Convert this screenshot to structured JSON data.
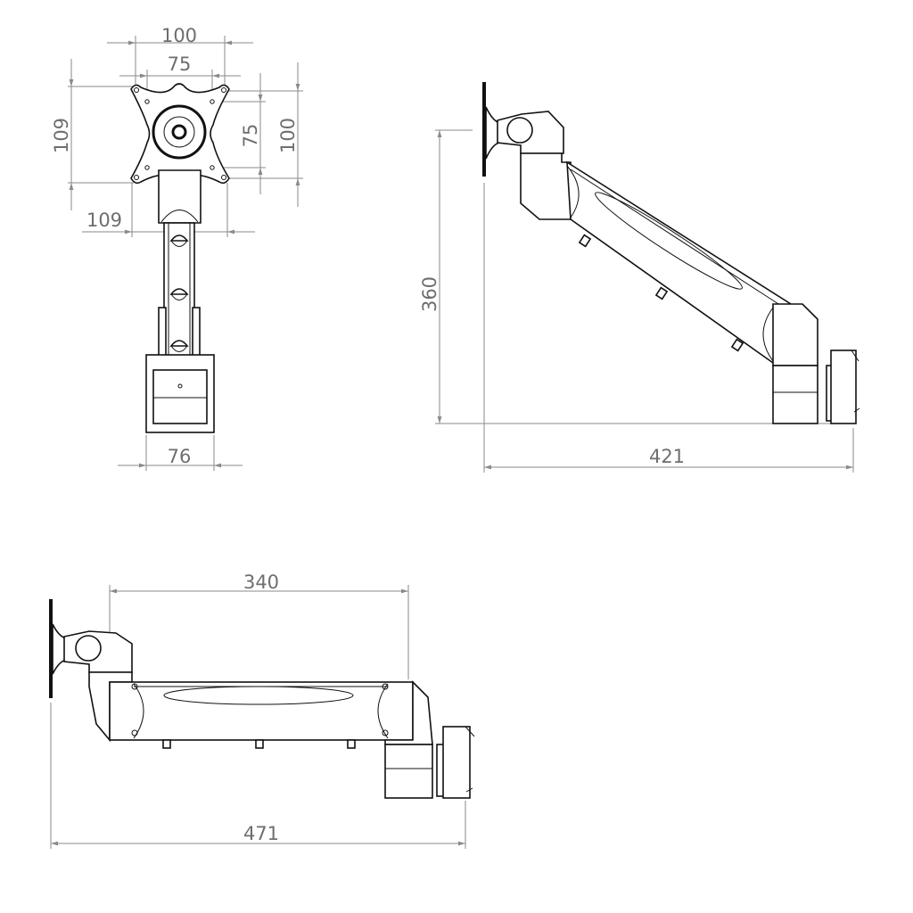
{
  "title": "Monitor arm dimension drawing",
  "views": {
    "front": {
      "dims": {
        "vesa_outer_width": "100",
        "vesa_inner_width": "75",
        "height_left": "109",
        "vesa_inner_height": "75",
        "vesa_outer_height": "100",
        "width_bottom": "109",
        "base_width": "76"
      }
    },
    "side_raised": {
      "dims": {
        "height": "360",
        "reach": "421"
      }
    },
    "side_extended": {
      "dims": {
        "arm_length": "340",
        "total_reach": "471"
      }
    }
  },
  "colors": {
    "line": "#111111",
    "dimension": "#8a8a8a",
    "text": "#6e6e6e"
  }
}
